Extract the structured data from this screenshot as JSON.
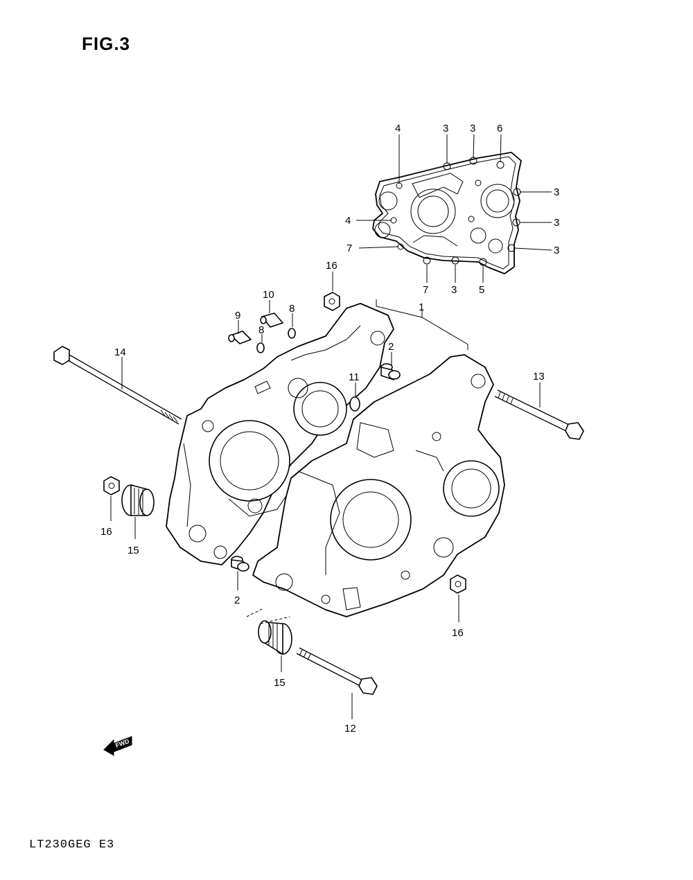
{
  "figure": {
    "title": "FIG.3",
    "model_code": "LT230GEG  E3",
    "fwd_label": "FWD"
  },
  "callouts": [
    {
      "id": "c-4-top",
      "text": "4"
    },
    {
      "id": "c-3-top-a",
      "text": "3"
    },
    {
      "id": "c-3-top-b",
      "text": "3"
    },
    {
      "id": "c-6",
      "text": "6"
    },
    {
      "id": "c-3-right-a",
      "text": "3"
    },
    {
      "id": "c-3-right-b",
      "text": "3"
    },
    {
      "id": "c-3-right-c",
      "text": "3"
    },
    {
      "id": "c-4-left",
      "text": "4"
    },
    {
      "id": "c-7-left",
      "text": "7"
    },
    {
      "id": "c-7-bottom",
      "text": "7"
    },
    {
      "id": "c-3-bottom",
      "text": "3"
    },
    {
      "id": "c-5",
      "text": "5"
    },
    {
      "id": "c-16-top",
      "text": "16"
    },
    {
      "id": "c-10",
      "text": "10"
    },
    {
      "id": "c-8-a",
      "text": "8"
    },
    {
      "id": "c-9",
      "text": "9"
    },
    {
      "id": "c-8-b",
      "text": "8"
    },
    {
      "id": "c-1",
      "text": "1"
    },
    {
      "id": "c-2-top",
      "text": "2"
    },
    {
      "id": "c-11",
      "text": "11"
    },
    {
      "id": "c-14",
      "text": "14"
    },
    {
      "id": "c-13",
      "text": "13"
    },
    {
      "id": "c-16-left",
      "text": "16"
    },
    {
      "id": "c-15-left",
      "text": "15"
    },
    {
      "id": "c-2-bottom",
      "text": "2"
    },
    {
      "id": "c-16-right",
      "text": "16"
    },
    {
      "id": "c-15-bottom",
      "text": "15"
    },
    {
      "id": "c-12",
      "text": "12"
    }
  ]
}
